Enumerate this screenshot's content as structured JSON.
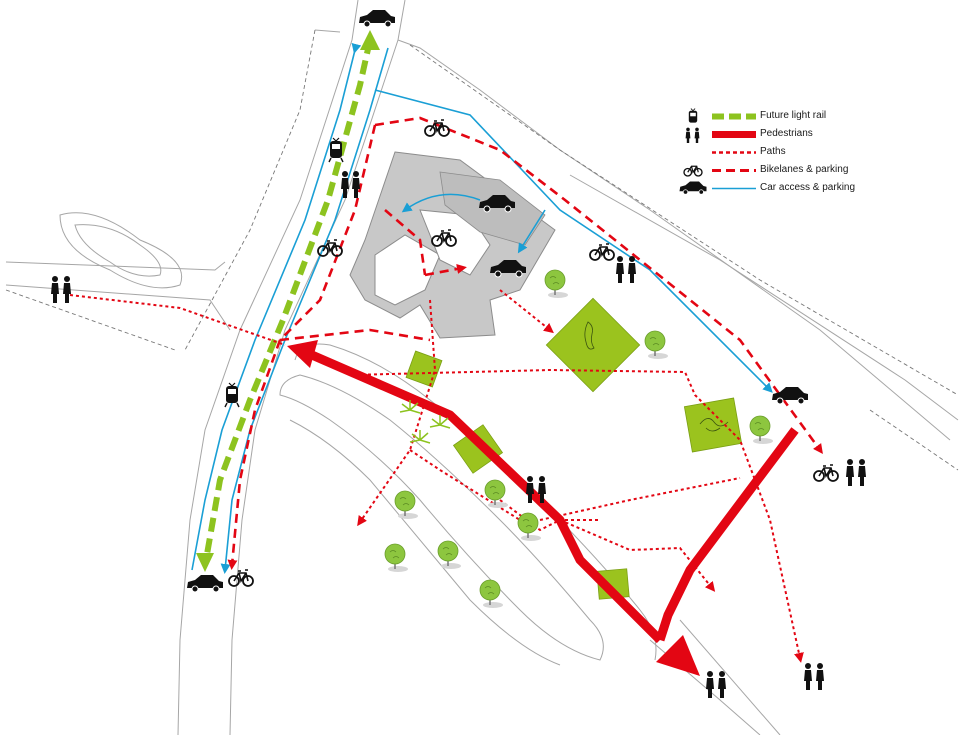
{
  "legend": {
    "items": [
      {
        "label": "Future light rail",
        "symbol": "tram-icon",
        "line": "dashed-green",
        "color": "#8dc31f"
      },
      {
        "label": "Pedestrians",
        "symbol": "pedestrians-icon",
        "line": "thick-red",
        "color": "#e30613"
      },
      {
        "label": "Paths",
        "symbol": "none",
        "line": "dotted-red",
        "color": "#e30613"
      },
      {
        "label": "Bikelanes & parking",
        "symbol": "bicycle-icon",
        "line": "dashed-red",
        "color": "#e30613"
      },
      {
        "label": "Car access & parking",
        "symbol": "car-icon",
        "line": "thin-blue",
        "color": "#1a9fd5"
      }
    ]
  },
  "colors": {
    "rail": "#8dc31f",
    "pedestrian": "#e30613",
    "car": "#1a9fd5",
    "building": "#c8c8c8",
    "green_area": "#9bc31e",
    "tree": "#8dc63f",
    "outline": "#9a9a9a"
  }
}
